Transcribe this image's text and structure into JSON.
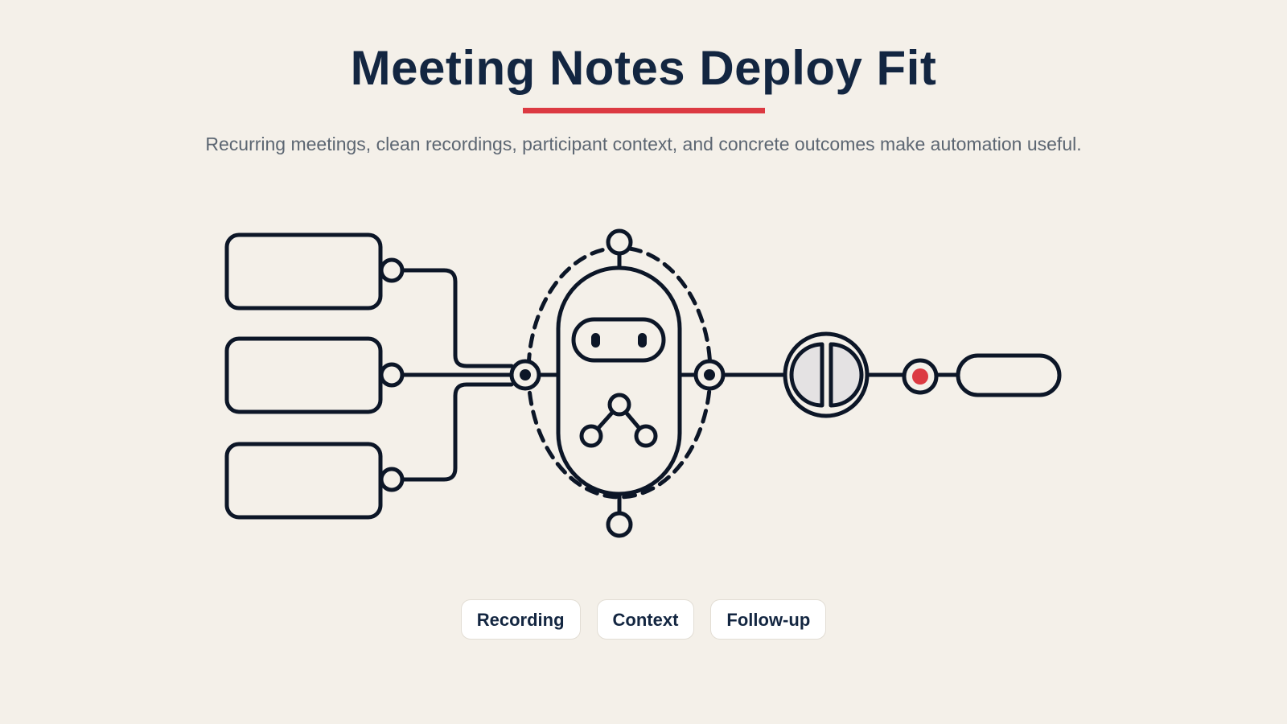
{
  "header": {
    "title": "Meeting Notes Deploy Fit",
    "subtitle": "Recurring meetings, clean recordings, participant context, and concrete outcomes make automation useful."
  },
  "colors": {
    "background": "#f4f0e9",
    "ink": "#0c1627",
    "accent": "#dc3a42",
    "text_muted": "#5c6672",
    "tag_fill": "#ffffff",
    "disc_fill": "#e4e2e3"
  },
  "diagram": {
    "icons": [
      "input-card-icon",
      "input-card-icon",
      "input-card-icon",
      "robot-icon",
      "pill-icon",
      "status-dot-icon",
      "output-pill-icon"
    ]
  },
  "tags": [
    {
      "label": "Recording"
    },
    {
      "label": "Context"
    },
    {
      "label": "Follow-up"
    }
  ]
}
